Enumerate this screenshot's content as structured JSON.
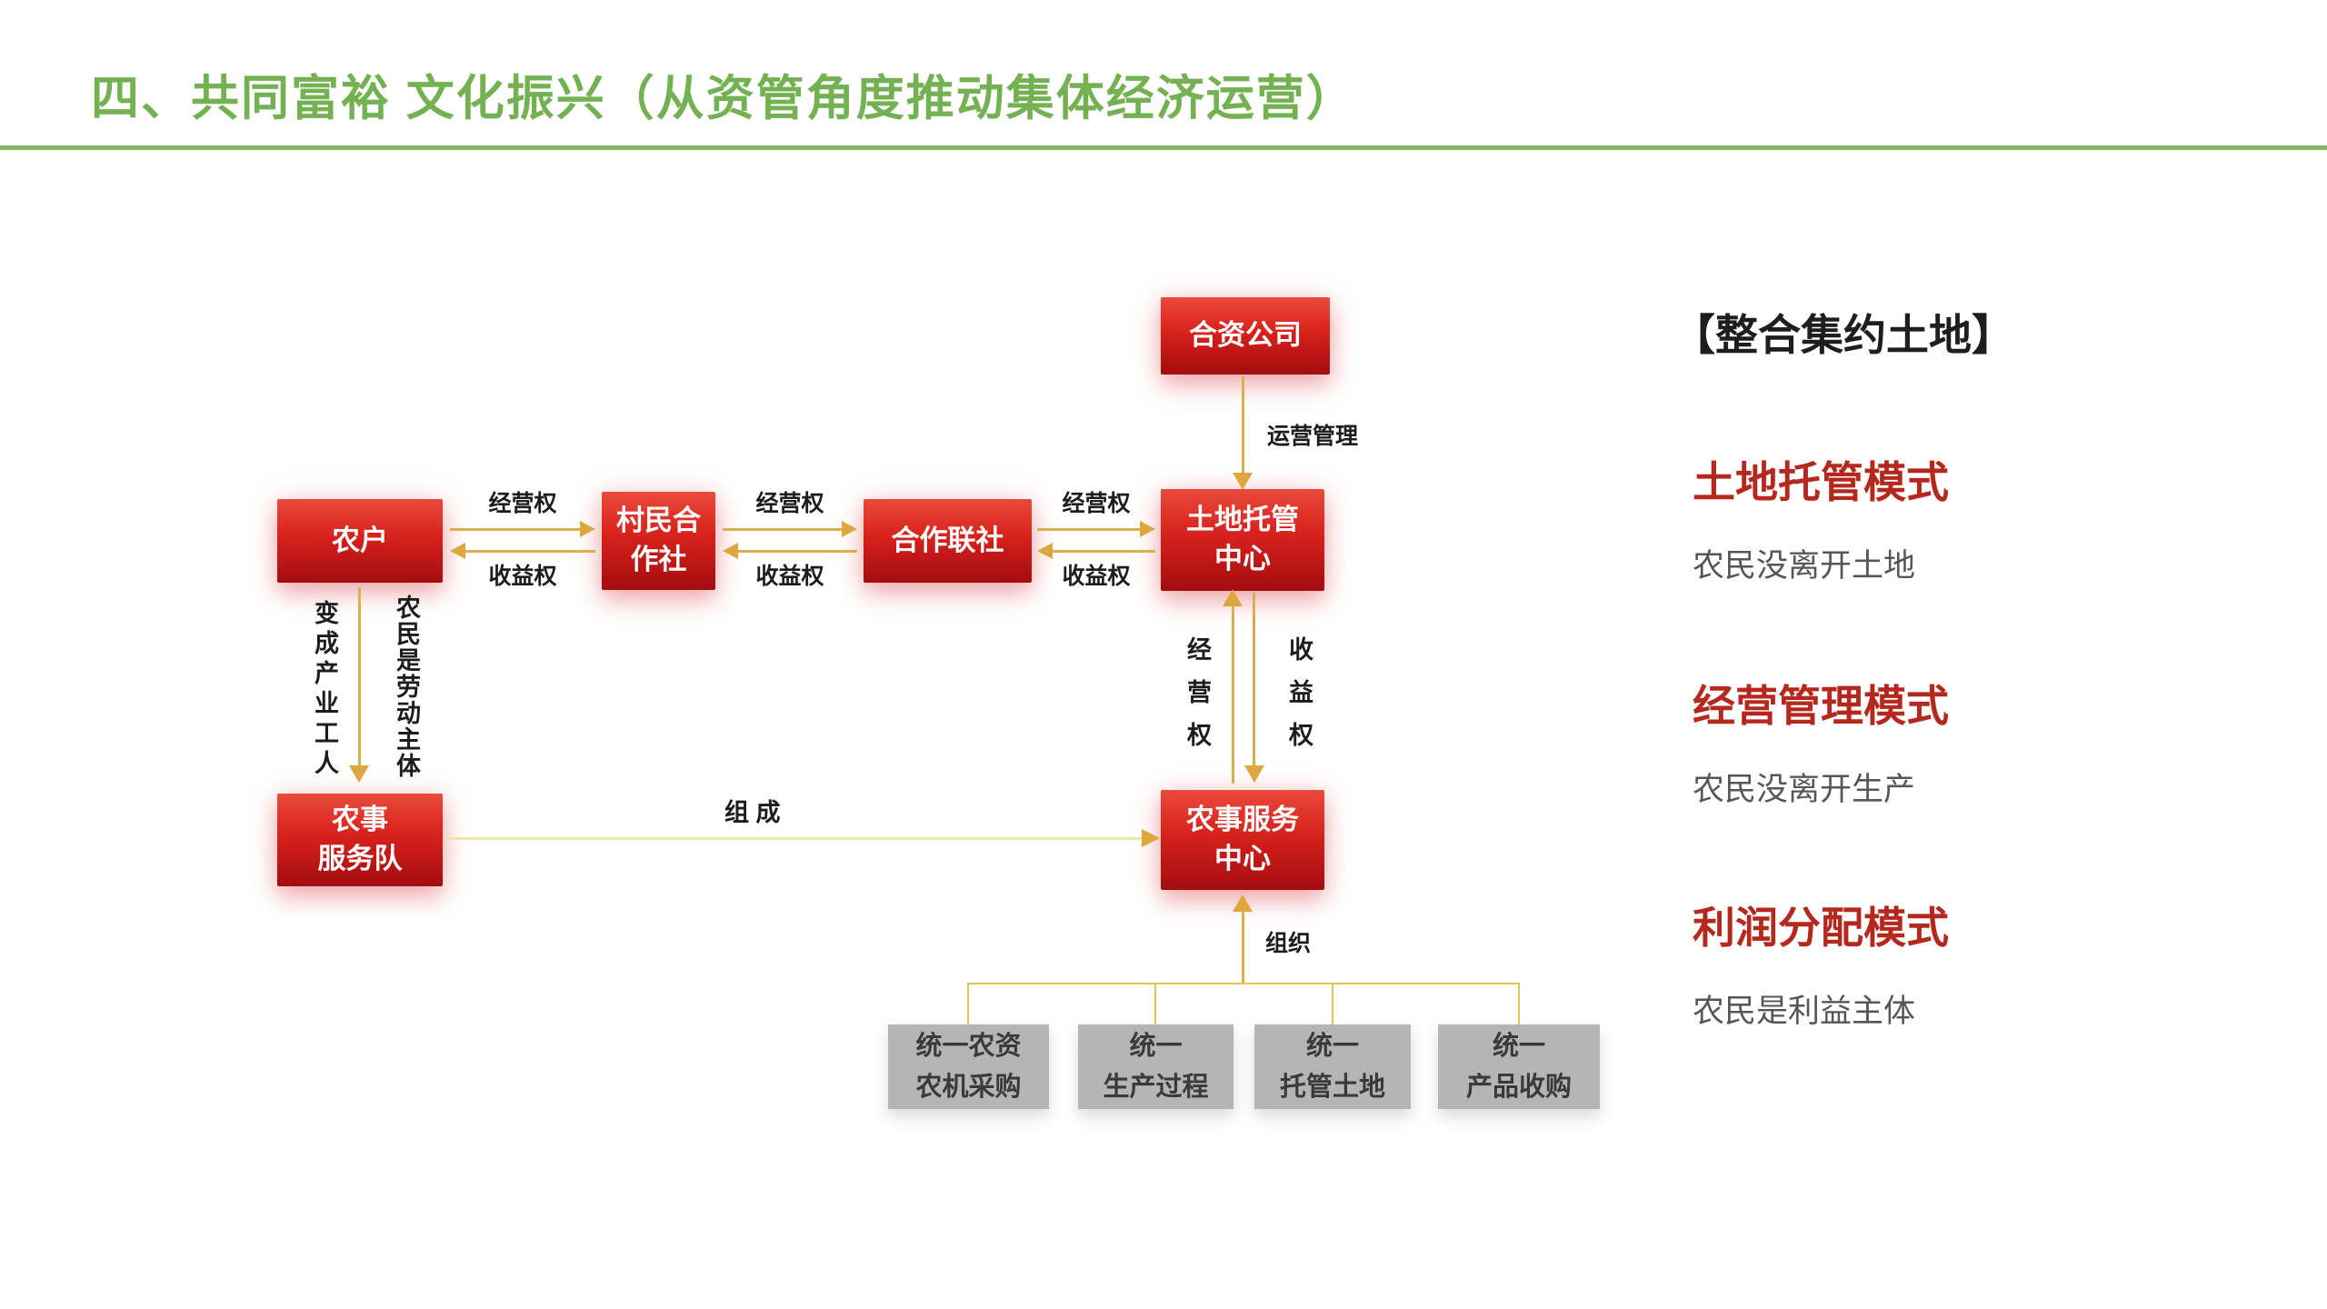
{
  "header": {
    "title": "四、共同富裕  文化振兴（从资管角度推动集体经济运营）"
  },
  "flowchart": {
    "nodes": {
      "joint_venture": "合资公司",
      "farmer": "农户",
      "village_coop_l1": "村民合",
      "village_coop_l2": "作社",
      "coop_union": "合作联社",
      "land_trust_l1": "土地托管",
      "land_trust_l2": "中心",
      "service_team_l1": "农事",
      "service_team_l2": "服务队",
      "service_center_l1": "农事服务",
      "service_center_l2": "中心"
    },
    "labels": {
      "operation_mgmt": "运营管理",
      "mgmt_right": "经营权",
      "income_right": "收益权",
      "become_industrial_worker": "变成产业工人",
      "farmer_is_labor_subject": "农民是劳动主体",
      "compose": "组 成",
      "organize": "组织"
    },
    "unified": [
      {
        "line1": "统一农资",
        "line2": "农机采购"
      },
      {
        "line1": "统一",
        "line2": "生产过程"
      },
      {
        "line1": "统一",
        "line2": "托管土地"
      },
      {
        "line1": "统一",
        "line2": "产品收购"
      }
    ]
  },
  "side_panel": {
    "heading": "【整合集约土地】",
    "items": [
      {
        "title": "土地托管模式",
        "desc": "农民没离开土地"
      },
      {
        "title": "经营管理模式",
        "desc": "农民没离开生产"
      },
      {
        "title": "利润分配模式",
        "desc": "农民是利益主体"
      }
    ]
  },
  "colors": {
    "title_green": "#74b152",
    "node_red": "#d8211c",
    "arrow_gold": "#dda63e",
    "pale_yellow_line": "#ece8a6",
    "gray_box": "#b5b5b5",
    "heading_red": "#b5281e"
  }
}
